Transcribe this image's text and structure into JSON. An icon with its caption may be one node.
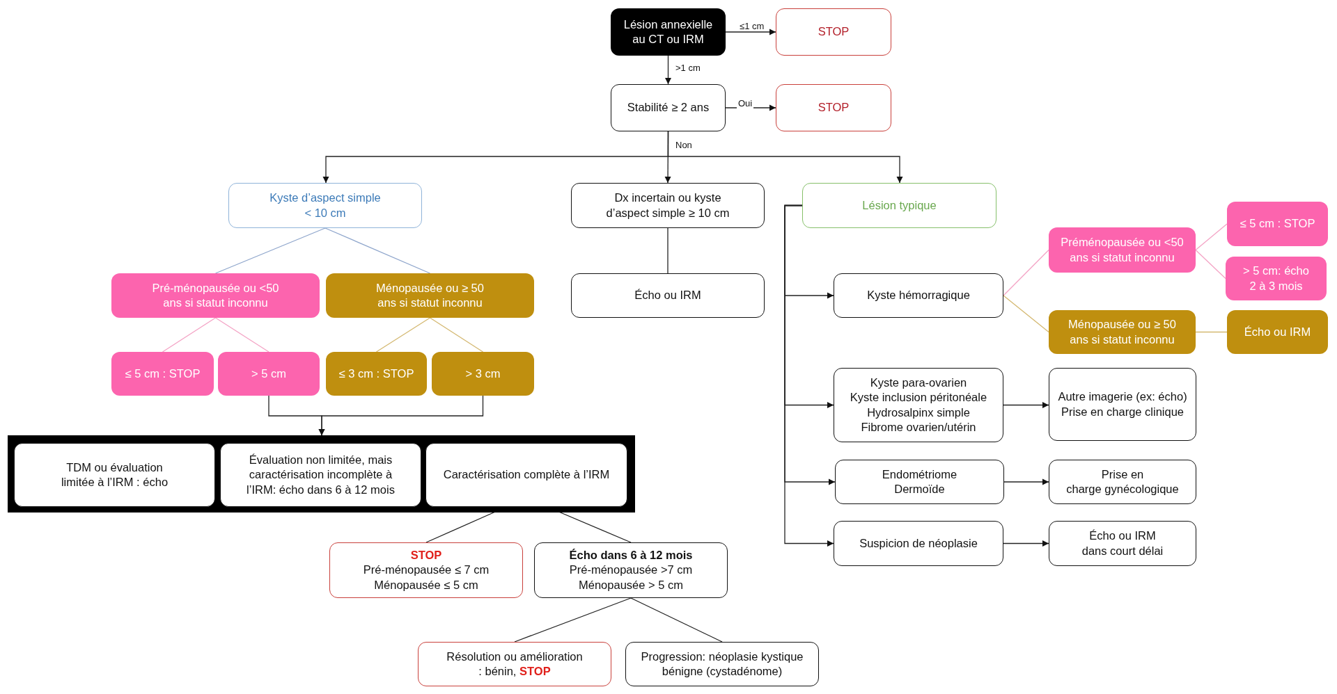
{
  "diagram": {
    "nodes": [
      {
        "text": [
          "Lésion annexielle au CT ou IRM"
        ]
      },
      {
        "text": [
          "STOP"
        ]
      },
      {
        "text": [
          "Stabilité ≥ 2 ans"
        ]
      },
      {
        "text": [
          "STOP"
        ]
      },
      {
        "text": [
          "Kyste d’aspect simple",
          "< 10 cm"
        ]
      },
      {
        "text": [
          "Dx incertain ou kyste d’aspect simple ≥ 10 cm"
        ]
      },
      {
        "text": [
          "Lésion typique"
        ]
      },
      {
        "text": [
          "Pré-ménopausée ou <50 ans si statut inconnu"
        ]
      },
      {
        "text": [
          "Ménopausée ou ≥ 50 ans si statut inconnu"
        ]
      },
      {
        "text": [
          "≤ 5 cm : STOP"
        ]
      },
      {
        "text": [
          "> 5 cm"
        ]
      },
      {
        "text": [
          "≤ 3 cm : STOP"
        ]
      },
      {
        "text": [
          "> 3 cm"
        ]
      },
      {
        "text": [],
        "shape": "box"
      },
      {
        "text": [
          "TDM ou évaluation limitée à l’IRM : écho"
        ],
        "in": 13
      },
      {
        "text": [
          "Évaluation non limitée, mais caractérisation incomplète à l’IRM: écho dans 6 à 12 mois"
        ],
        "in": 13
      },
      {
        "text": [
          "Caractérisation complète à l’IRM"
        ],
        "in": 13
      },
      {
        "text": [
          "STOP",
          "Pré-ménopausée ≤ 7 cm",
          "Ménopausée  ≤ 5 cm"
        ]
      },
      {
        "text": [
          "Écho dans 6 à 12 mois",
          "Pré-ménopausée >7 cm",
          "Ménopausée > 5 cm"
        ]
      },
      {
        "text": [
          "Résolution ou amélioration : bénin, **STOP**"
        ]
      },
      {
        "text": [
          "Progression: néoplasie kystique bénigne (cystadénome)"
        ]
      },
      {
        "text": [
          "Écho ou IRM"
        ]
      },
      {
        "text": [
          "Kyste hémorragique"
        ]
      },
      {
        "text": [
          "Préménopausée ou <50 ans si statut inconnu"
        ]
      },
      {
        "text": [
          "Ménopausée ou ≥ 50 ans si statut inconnu"
        ]
      },
      {
        "text": [
          "≤ 5 cm : STOP"
        ]
      },
      {
        "text": [
          "> 5 cm: écho 2 à 3 mois"
        ]
      },
      {
        "text": [
          "Écho ou IRM"
        ]
      },
      {
        "text": [
          "Kyste para-ovarien",
          "Kyste inclusion péritonéale",
          "Hydrosalpinx simple",
          "Fibrome ovarien/utérin"
        ]
      },
      {
        "text": [
          "Autre imagerie (ex: écho)",
          "Prise en charge clinique"
        ]
      },
      {
        "text": [
          "Endométriome",
          "Dermoïde"
        ]
      },
      {
        "text": [
          "Prise en charge gynécologique"
        ]
      },
      {
        "text": [
          "Suspicion de néoplasie"
        ]
      },
      {
        "text": [
          "Écho ou IRM dans court délai"
        ]
      }
    ],
    "edges": [
      {
        "from": 0,
        "to": 1,
        "arrow": "to",
        "label": "≤1 cm"
      },
      {
        "from": 0,
        "to": 2,
        "arrow": "to",
        "label": ">1 cm"
      },
      {
        "from": 2,
        "to": 3,
        "arrow": "to",
        "label": "Oui"
      },
      {
        "from": 2,
        "to": 4,
        "arrow": "to"
      },
      {
        "from": 2,
        "to": 5,
        "arrow": "to",
        "label": "Non"
      },
      {
        "from": 2,
        "to": 6,
        "arrow": "to"
      },
      {
        "from": 4,
        "to": 7,
        "arrow": "none",
        "color": "#8fa6cc"
      },
      {
        "from": 4,
        "to": 8,
        "arrow": "none",
        "color": "#8fa6cc"
      },
      {
        "from": 7,
        "to": 9,
        "arrow": "none",
        "color": "#f4a3c5"
      },
      {
        "from": 7,
        "to": 10,
        "arrow": "none",
        "color": "#f4a3c5"
      },
      {
        "from": 8,
        "to": 11,
        "arrow": "none",
        "color": "#d4b870"
      },
      {
        "from": 8,
        "to": 12,
        "arrow": "none",
        "color": "#d4b870"
      },
      {
        "from": 10,
        "to": 13,
        "arrow": "to"
      },
      {
        "from": 12,
        "to": 13,
        "arrow": "to"
      },
      {
        "from": 5,
        "to": 21,
        "arrow": "none"
      },
      {
        "from": 16,
        "to": 17,
        "arrow": "none"
      },
      {
        "from": 16,
        "to": 18,
        "arrow": "none"
      },
      {
        "from": 18,
        "to": 19,
        "arrow": "none"
      },
      {
        "from": 18,
        "to": 20,
        "arrow": "none"
      },
      {
        "from": 6,
        "to": 22,
        "arrow": "to"
      },
      {
        "from": 6,
        "to": 28,
        "arrow": "to"
      },
      {
        "from": 6,
        "to": 30,
        "arrow": "to"
      },
      {
        "from": 6,
        "to": 32,
        "arrow": "to"
      },
      {
        "from": 22,
        "to": 23,
        "arrow": "none",
        "color": "#f4a3c5"
      },
      {
        "from": 22,
        "to": 24,
        "arrow": "none",
        "color": "#d4b870"
      },
      {
        "from": 23,
        "to": 25,
        "arrow": "none",
        "color": "#f4a3c5"
      },
      {
        "from": 23,
        "to": 26,
        "arrow": "none",
        "color": "#f4a3c5"
      },
      {
        "from": 24,
        "to": 27,
        "arrow": "none",
        "color": "#d4b870"
      },
      {
        "from": 28,
        "to": 29,
        "arrow": "to"
      },
      {
        "from": 30,
        "to": 31,
        "arrow": "to"
      },
      {
        "from": 32,
        "to": 33,
        "arrow": "to"
      }
    ]
  }
}
